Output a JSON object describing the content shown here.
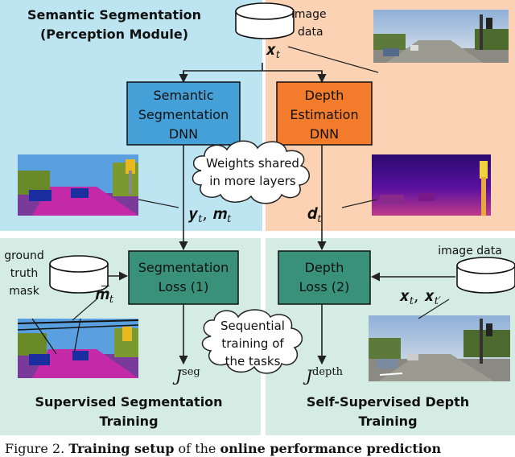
{
  "panels": {
    "seg_title_1": "Semantic Segmentation",
    "seg_title_2": "(Perception Module)",
    "sup_seg_1": "Supervised Segmentation",
    "sup_seg_2": "Training",
    "self_sup_1": "Self-Supervised Depth",
    "self_sup_2": "Training"
  },
  "boxes": {
    "seg_dnn": [
      "Semantic",
      "Segmentation",
      "DNN"
    ],
    "depth_dnn": [
      "Depth",
      "Estimation",
      "DNN"
    ],
    "seg_loss": [
      "Segmentation",
      "Loss (1)"
    ],
    "depth_loss": [
      "Depth",
      "Loss (2)"
    ]
  },
  "clouds": {
    "shared": [
      "Weights shared",
      "in more layers"
    ],
    "sequential": [
      "Sequential",
      "training of",
      "the tasks"
    ]
  },
  "databases": {
    "image_top": [
      "image",
      "data"
    ],
    "gt_mask": [
      "ground",
      "truth",
      "mask"
    ],
    "image_right": "image data"
  },
  "symbols": {
    "x_t": "𝒙",
    "x_t_sub": "t",
    "y_m": "𝒚",
    "y_m_sub1": "t",
    "y_m_mid": ", 𝒎",
    "y_m_sub2": "t",
    "d_t": "𝒅",
    "d_t_sub": "t",
    "m_bar": "𝒎̅",
    "m_bar_sub": "t",
    "x_pair": "𝒙",
    "x_pair_sub1": "t",
    "x_pair_mid": ", 𝒙",
    "x_pair_sub2": "t′",
    "j_seg": "J",
    "j_seg_sup": "seg",
    "j_depth": "J",
    "j_depth_sup": "depth"
  },
  "caption": {
    "prefix": "Figure 2.",
    "bold1": "Training setup",
    "mid": "of the",
    "bold2": "online performance prediction"
  },
  "colors": {
    "blue_panel": "#bde4f1",
    "orange_panel": "#fbd2b4",
    "green_panel": "#d4ece4",
    "seg_box": "#44a0d6",
    "depth_box": "#f27b2c",
    "loss_box": "#3a9179"
  }
}
